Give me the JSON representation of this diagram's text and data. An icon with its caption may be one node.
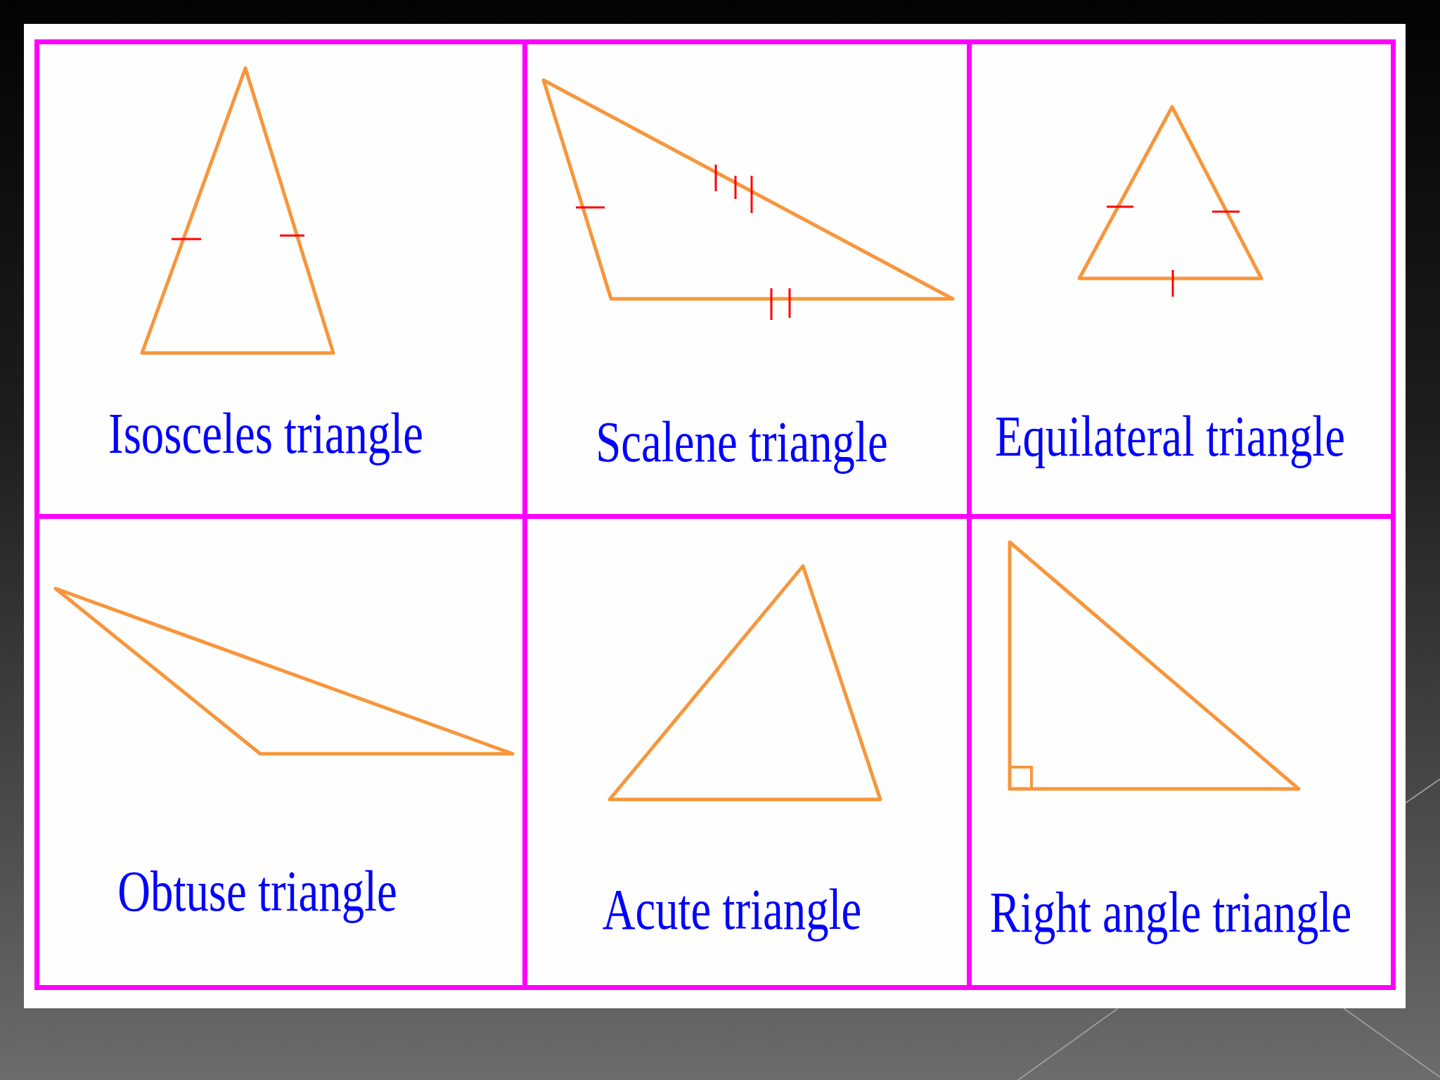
{
  "diagram": {
    "nodes": [
      {
        "text": [
          "Isosceles triangle"
        ]
      },
      {
        "text": [
          "Scalene triangle"
        ]
      },
      {
        "text": [
          "Equilateral triangle"
        ]
      },
      {
        "text": [
          "Obtuse triangle"
        ]
      },
      {
        "text": [
          "Acute triangle"
        ]
      },
      {
        "text": [
          "Right angle triangle"
        ]
      }
    ]
  }
}
